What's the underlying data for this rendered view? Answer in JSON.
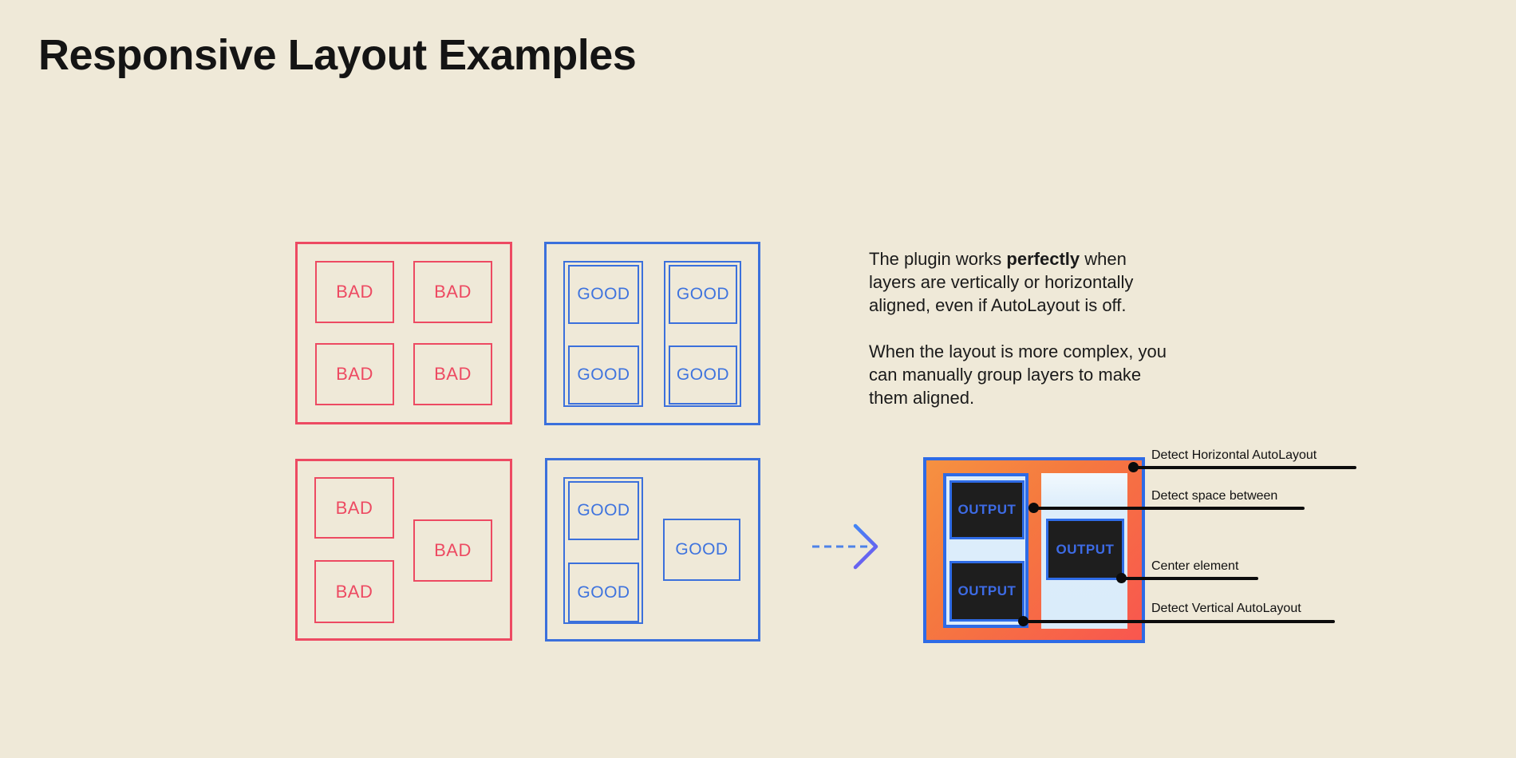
{
  "title": "Responsive Layout Examples",
  "colors": {
    "background": "#EFE9D8",
    "bad_red": "#ED4A62",
    "good_blue": "#3B70DC",
    "frame_blue": "#2E6BE6",
    "gradient_orange": "#F69141",
    "gradient_red": "#F9564F",
    "light_blue_fill": "#DCEDFB",
    "dark_box": "#1E1E1E",
    "annotation_black": "#0C0C0C"
  },
  "examples": {
    "bad_aligned": {
      "boxes": [
        "BAD",
        "BAD",
        "BAD",
        "BAD"
      ]
    },
    "good_aligned": {
      "boxes": [
        "GOOD",
        "GOOD",
        "GOOD",
        "GOOD"
      ]
    },
    "bad_complex": {
      "boxes": [
        "BAD",
        "BAD",
        "BAD"
      ]
    },
    "good_complex": {
      "boxes": [
        "GOOD",
        "GOOD",
        "GOOD"
      ]
    }
  },
  "description": {
    "p1_line1_pre": "The plugin works ",
    "p1_line1_bold": "perfectly",
    "p1_line1_post": " when",
    "p1_line2": "layers are vertically or horizontally",
    "p1_line3": "aligned, even if AutoLayout is off.",
    "p2_line1": "When the layout is more complex, you",
    "p2_line2": "can manually group layers to make",
    "p2_line3": "them aligned."
  },
  "output": {
    "boxes": [
      "OUTPUT",
      "OUTPUT",
      "OUTPUT"
    ]
  },
  "annotations": {
    "horizontal": "Detect Horizontal AutoLayout",
    "space_between": "Detect space between",
    "center": "Center element",
    "vertical": "Detect Vertical AutoLayout"
  }
}
